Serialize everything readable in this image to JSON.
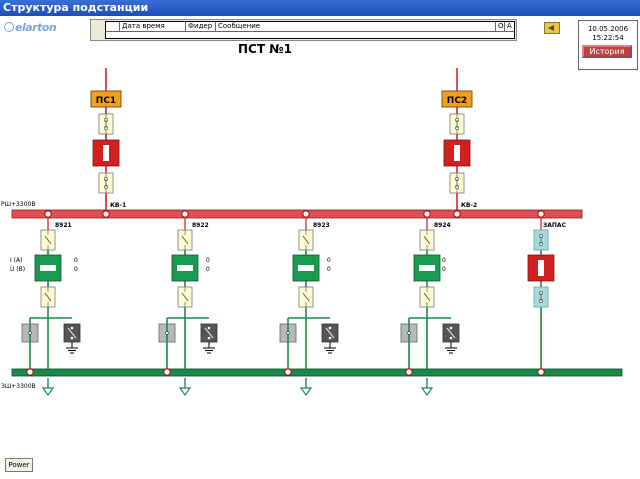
{
  "window": {
    "title": "Структура подстанции"
  },
  "logo": {
    "text": "elarton"
  },
  "events": {
    "col_datetime": "Дата время",
    "col_feeder": "Фидер",
    "col_message": "Сообщение",
    "col_o": "О",
    "col_a": "А"
  },
  "datetime": {
    "date": "10.05.2006",
    "time": "15:22:54"
  },
  "history_button": "История",
  "page_title": "ПСТ №1",
  "sources": [
    {
      "label": "ПС1"
    },
    {
      "label": "ПС2"
    }
  ],
  "bus_top": {
    "label": "РШ+3300В",
    "kv1": "КВ-1",
    "kv2": "КВ-2"
  },
  "bus_bottom": {
    "label": "ЗШ+3300В"
  },
  "meas_labels": {
    "current": "I (A)",
    "voltage": "U (B)"
  },
  "feeders": [
    {
      "label": "8921",
      "current": "0",
      "voltage": "0"
    },
    {
      "label": "8922",
      "current": "0",
      "voltage": "0"
    },
    {
      "label": "8923",
      "current": "0",
      "voltage": "0"
    },
    {
      "label": "8924",
      "current": "0",
      "voltage": "0"
    }
  ],
  "reserve": {
    "label": "ЗАПАС"
  },
  "power_button": "Power",
  "colors": {
    "bus_top": "#e05050",
    "bus_bottom": "#1a8a4a",
    "breaker_closed": "#d02020",
    "breaker_feeder": "#1a9a50",
    "disconnector": "#fdfbd0",
    "reserve": "#a8dcdc"
  }
}
